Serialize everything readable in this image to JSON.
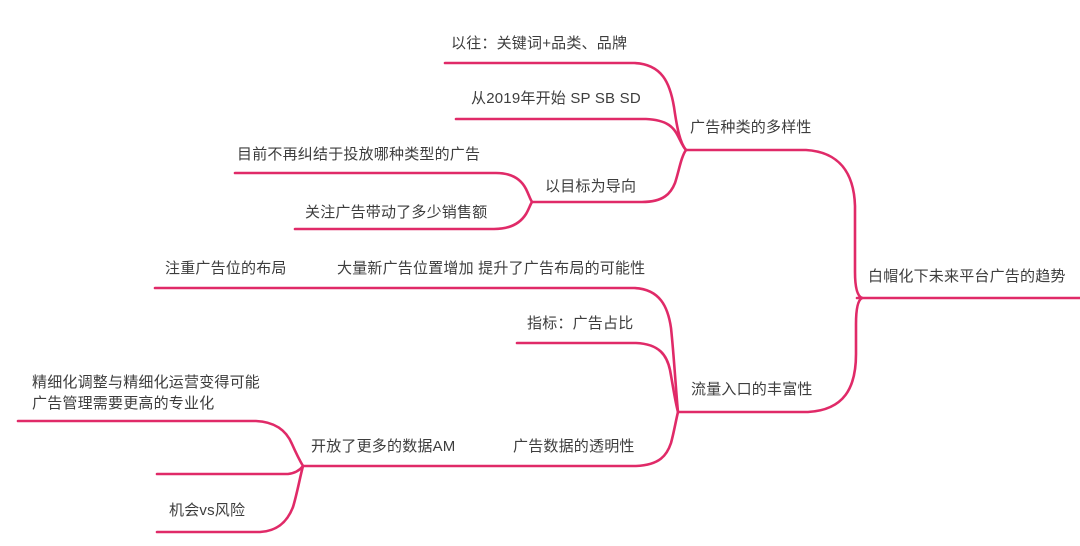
{
  "mindmap": {
    "line_color": "#e02a68",
    "text_color": "#3d3d3d",
    "background_color": "#ffffff",
    "root": {
      "label": "白帽化下未来平台广告的趋势",
      "children": [
        {
          "label": "广告种类的多样性",
          "children": [
            {
              "label": "以往：关键词+品类、品牌",
              "children": []
            },
            {
              "label": "从2019年开始 SP SB SD",
              "children": []
            },
            {
              "label": "以目标为导向",
              "children": [
                {
                  "label": "目前不再纠结于投放哪种类型的广告",
                  "children": []
                },
                {
                  "label": "关注广告带动了多少销售额",
                  "children": []
                }
              ]
            }
          ]
        },
        {
          "label": "流量入口的丰富性",
          "children": [
            {
              "label": "大量新广告位置增加 提升了广告布局的可能性",
              "children": [
                {
                  "label": "注重广告位的布局",
                  "children": []
                }
              ]
            },
            {
              "label": "指标：广告占比",
              "children": []
            },
            {
              "label": "广告数据的透明性",
              "children": [
                {
                  "label": "开放了更多的数据AM",
                  "children": [
                    {
                      "label": "精细化调整与精细化运营变得可能",
                      "label_line2": "广告管理需要更高的专业化",
                      "children": []
                    },
                    {
                      "label": "",
                      "children": []
                    },
                    {
                      "label": "机会vs风险",
                      "children": []
                    }
                  ]
                }
              ]
            }
          ]
        }
      ]
    }
  }
}
